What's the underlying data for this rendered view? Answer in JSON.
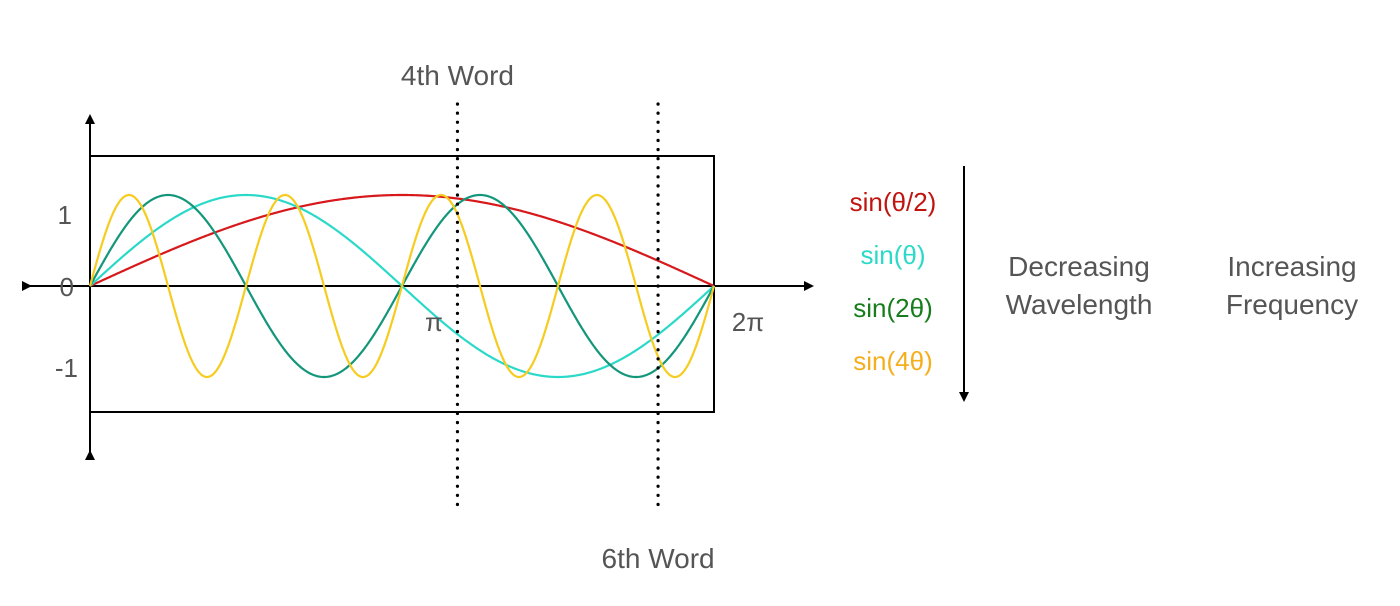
{
  "chart_data": {
    "type": "line",
    "x": {
      "min": 0,
      "max": 6.283185307,
      "tick_labels": [
        "0",
        "π",
        "2π"
      ]
    },
    "y": {
      "tick_labels": [
        "1",
        "0",
        "-1"
      ]
    },
    "series": [
      {
        "name": "sin(θ/2)",
        "freq": 0.5,
        "color": "#d7191c"
      },
      {
        "name": "sin(θ)",
        "freq": 1,
        "color": "#2bd9c9"
      },
      {
        "name": "sin(2θ)",
        "freq": 2,
        "color": "#13967a"
      },
      {
        "name": "sin(4θ)",
        "freq": 4,
        "color": "#f5cc1f"
      }
    ],
    "markers": [
      {
        "label": "4th Word",
        "x": 3.7
      },
      {
        "label": "6th Word",
        "x": 5.72
      }
    ]
  },
  "legend_colors": [
    "#c0140f",
    "#2bd9c9",
    "#177d1c",
    "#f5ae1c"
  ],
  "annotations": {
    "decreasing": [
      "Decreasing",
      "Wavelength"
    ],
    "increasing": [
      "Increasing",
      "Frequency"
    ]
  }
}
